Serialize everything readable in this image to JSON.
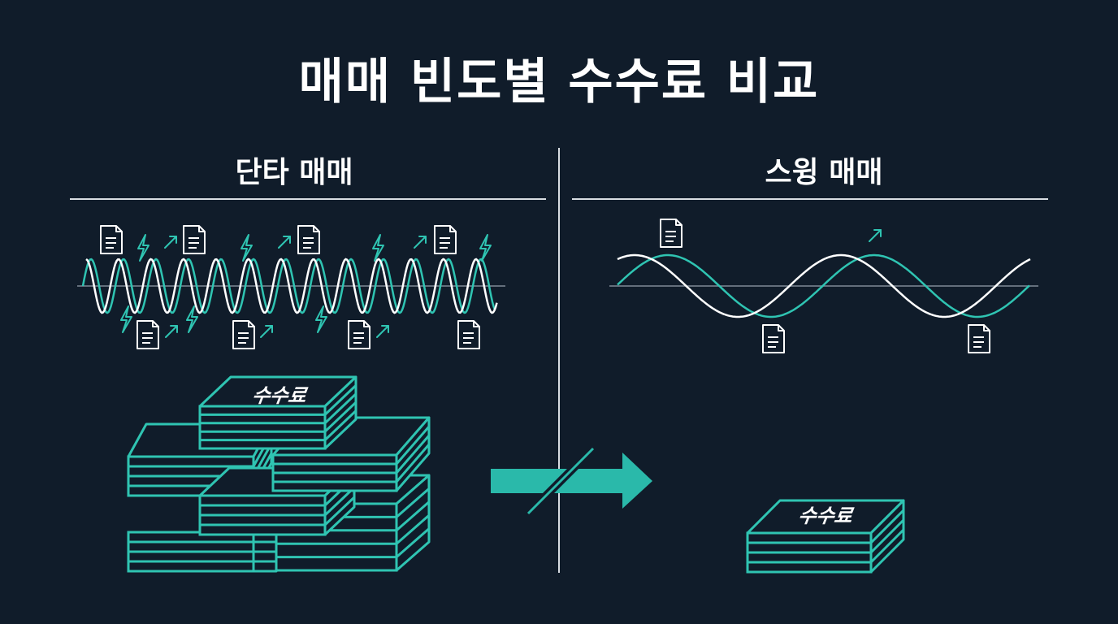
{
  "title": "매매 빈도별 수수료 비교",
  "left": {
    "heading": "단타 매매",
    "fee_label": "수수료"
  },
  "right": {
    "heading": "스윙 매매",
    "fee_label": "수수료"
  },
  "colors": {
    "background": "#101c2a",
    "accent": "#2fc4b2",
    "line": "#ffffff",
    "axis": "#7f8a96"
  },
  "icons": [
    "document-icon",
    "lightning-icon",
    "up-arrow-icon",
    "fee-stack-icon",
    "blocked-arrow-icon"
  ]
}
